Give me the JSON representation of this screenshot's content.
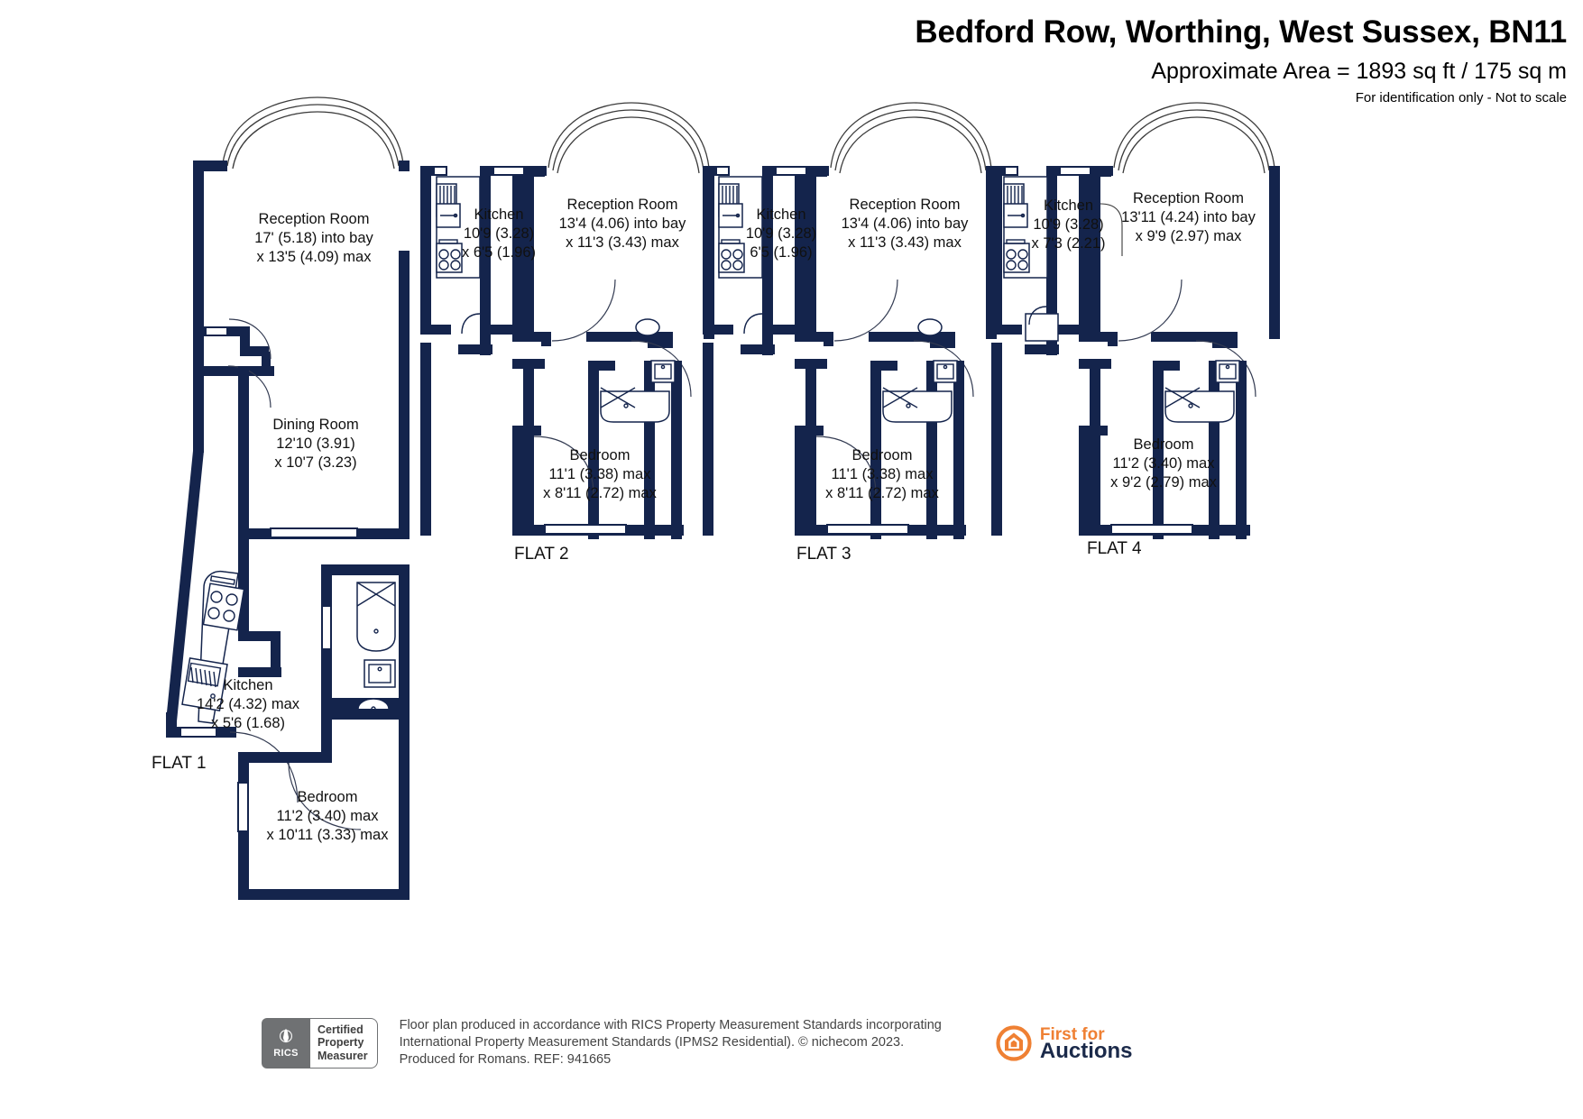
{
  "header": {
    "title": "Bedford Row, Worthing, West Sussex, BN11",
    "area": "Approximate Area = 1893 sq ft / 175 sq m",
    "note": "For identification only - Not to scale"
  },
  "flats": [
    {
      "label": "FLAT 1",
      "rooms": [
        {
          "name": "Reception Room",
          "dim1": "17' (5.18) into bay",
          "dim2": "x 13'5 (4.09) max"
        },
        {
          "name": "Dining Room",
          "dim1": "12'10 (3.91)",
          "dim2": "x 10'7 (3.23)"
        },
        {
          "name": "Kitchen",
          "dim1": "14'2 (4.32) max",
          "dim2": "x 5'6 (1.68)"
        },
        {
          "name": "Bedroom",
          "dim1": "11'2 (3.40) max",
          "dim2": "x 10'11 (3.33) max"
        }
      ]
    },
    {
      "label": "FLAT 2",
      "rooms": [
        {
          "name": "Kitchen",
          "dim1": "10'9 (3.28)",
          "dim2": "x 6'5 (1.96)"
        },
        {
          "name": "Reception Room",
          "dim1": "13'4 (4.06) into bay",
          "dim2": "x 11'3 (3.43) max"
        },
        {
          "name": "Bedroom",
          "dim1": "11'1 (3.38) max",
          "dim2": "x 8'11 (2.72) max"
        }
      ]
    },
    {
      "label": "FLAT 3",
      "rooms": [
        {
          "name": "Kitchen",
          "dim1": "10'9 (3.28)",
          "dim2": "6'5 (1.96)"
        },
        {
          "name": "Reception Room",
          "dim1": "13'4 (4.06) into bay",
          "dim2": "x 11'3 (3.43) max"
        },
        {
          "name": "Bedroom",
          "dim1": "11'1 (3.38) max",
          "dim2": "x 8'11 (2.72) max"
        }
      ]
    },
    {
      "label": "FLAT 4",
      "rooms": [
        {
          "name": "Kitchen",
          "dim1": "10'9 (3.28)",
          "dim2": "x 7'3 (2.21)"
        },
        {
          "name": "Reception Room",
          "dim1": "13'11 (4.24) into bay",
          "dim2": "x 9'9 (2.97) max"
        },
        {
          "name": "Bedroom",
          "dim1": "11'2 (3.40) max",
          "dim2": "x 9'2 (2.79) max"
        }
      ]
    }
  ],
  "footer": {
    "rics_word": "RICS",
    "rics_line1": "Certified",
    "rics_line2": "Property",
    "rics_line3": "Measurer",
    "text_line1": "Floor plan produced in accordance with RICS Property Measurement Standards incorporating",
    "text_line2": "International Property Measurement Standards (IPMS2 Residential).   © nichecom 2023.",
    "text_line3": "Produced for Romans.   REF: 941665",
    "brand_line1": "First for",
    "brand_line2": "Auctions"
  },
  "colors": {
    "wall": "#14244c",
    "brand_orange": "#ef8033",
    "brand_navy": "#1b2a4a",
    "rics_grey": "#6f7173"
  }
}
